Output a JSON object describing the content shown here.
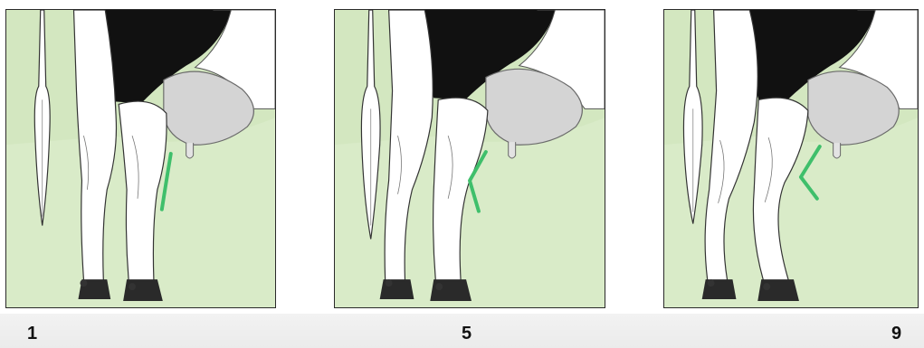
{
  "panels": [
    {
      "label": "1",
      "hock_angle": "straight"
    },
    {
      "label": "5",
      "hock_angle": "intermediate"
    },
    {
      "label": "9",
      "hock_angle": "sickled"
    }
  ],
  "colors": {
    "background_green": "#d9ebc8",
    "hide_black": "#111111",
    "udder_grey": "#d4d4d4",
    "leg_white": "#ffffff",
    "angle_marker_green": "#3fbf6b",
    "border": "#2a2a2a"
  }
}
